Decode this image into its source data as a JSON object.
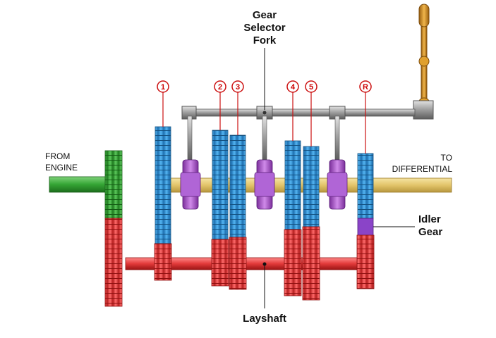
{
  "labels": {
    "selector_fork": [
      "Gear",
      "Selector",
      "Fork"
    ],
    "from_engine": [
      "FROM",
      "ENGINE"
    ],
    "to_differential": [
      "TO",
      "DIFFERENTIAL"
    ],
    "idler_gear": [
      "Idler",
      "Gear"
    ],
    "layshaft": "Layshaft"
  },
  "gear_numbers": [
    "1",
    "2",
    "3",
    "4",
    "5",
    "R"
  ],
  "colors": {
    "input_gear": "#2f9a2f",
    "main_gear": "#2e8fd8",
    "lay_gear": "#e23a3a",
    "selector_collar": "#a24fc4",
    "output_shaft": "#e9cf7a",
    "selector_rod": "#8c8c8c",
    "lever": "#c8881c",
    "idler": "#7d3bc0",
    "callout": "#cc1111"
  }
}
